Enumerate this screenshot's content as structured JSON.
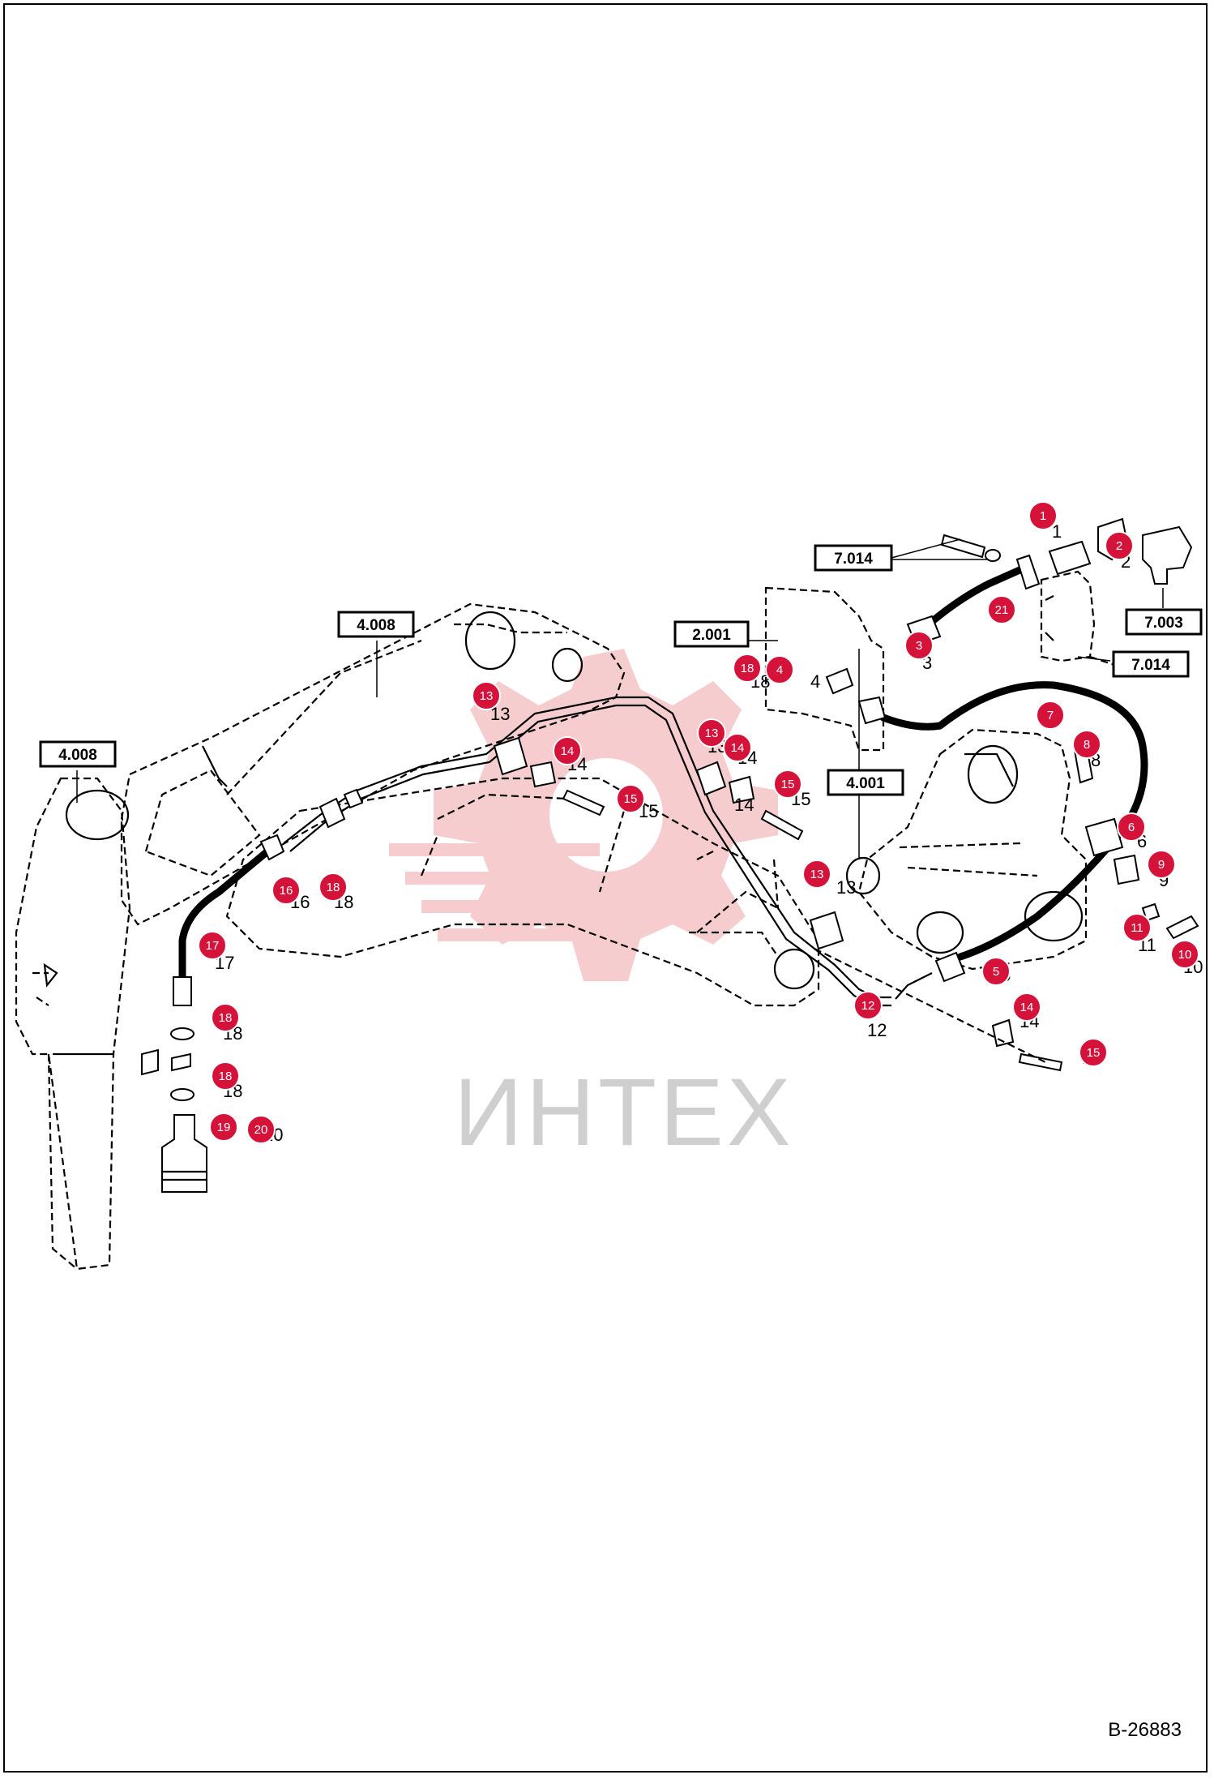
{
  "drawing_id": "B-26883",
  "watermark": "ИНТЕХ",
  "reference_boxes": [
    "7.014",
    "7.003",
    "2.001",
    "4.008",
    "4.008",
    "4.001",
    "7.014"
  ],
  "callouts": [
    "1",
    "2",
    "3",
    "4",
    "5",
    "6",
    "7",
    "8",
    "9",
    "10",
    "11",
    "12",
    "13",
    "13",
    "13",
    "14",
    "14",
    "14",
    "14",
    "15",
    "15",
    "15",
    "16",
    "17",
    "18",
    "18",
    "18",
    "18",
    "19",
    "20",
    "21"
  ],
  "part_labels": [
    "1",
    "2",
    "3",
    "18",
    "4",
    "5",
    "6",
    "8",
    "9",
    "10",
    "11",
    "12",
    "13",
    "13",
    "13",
    "14",
    "14",
    "14",
    "14",
    "15",
    "15",
    "15",
    "16",
    "18",
    "17",
    "18",
    "18",
    "20"
  ],
  "colors": {
    "callout": "#d5133a",
    "watermark": "#f2b9bd",
    "line": "#000000"
  }
}
